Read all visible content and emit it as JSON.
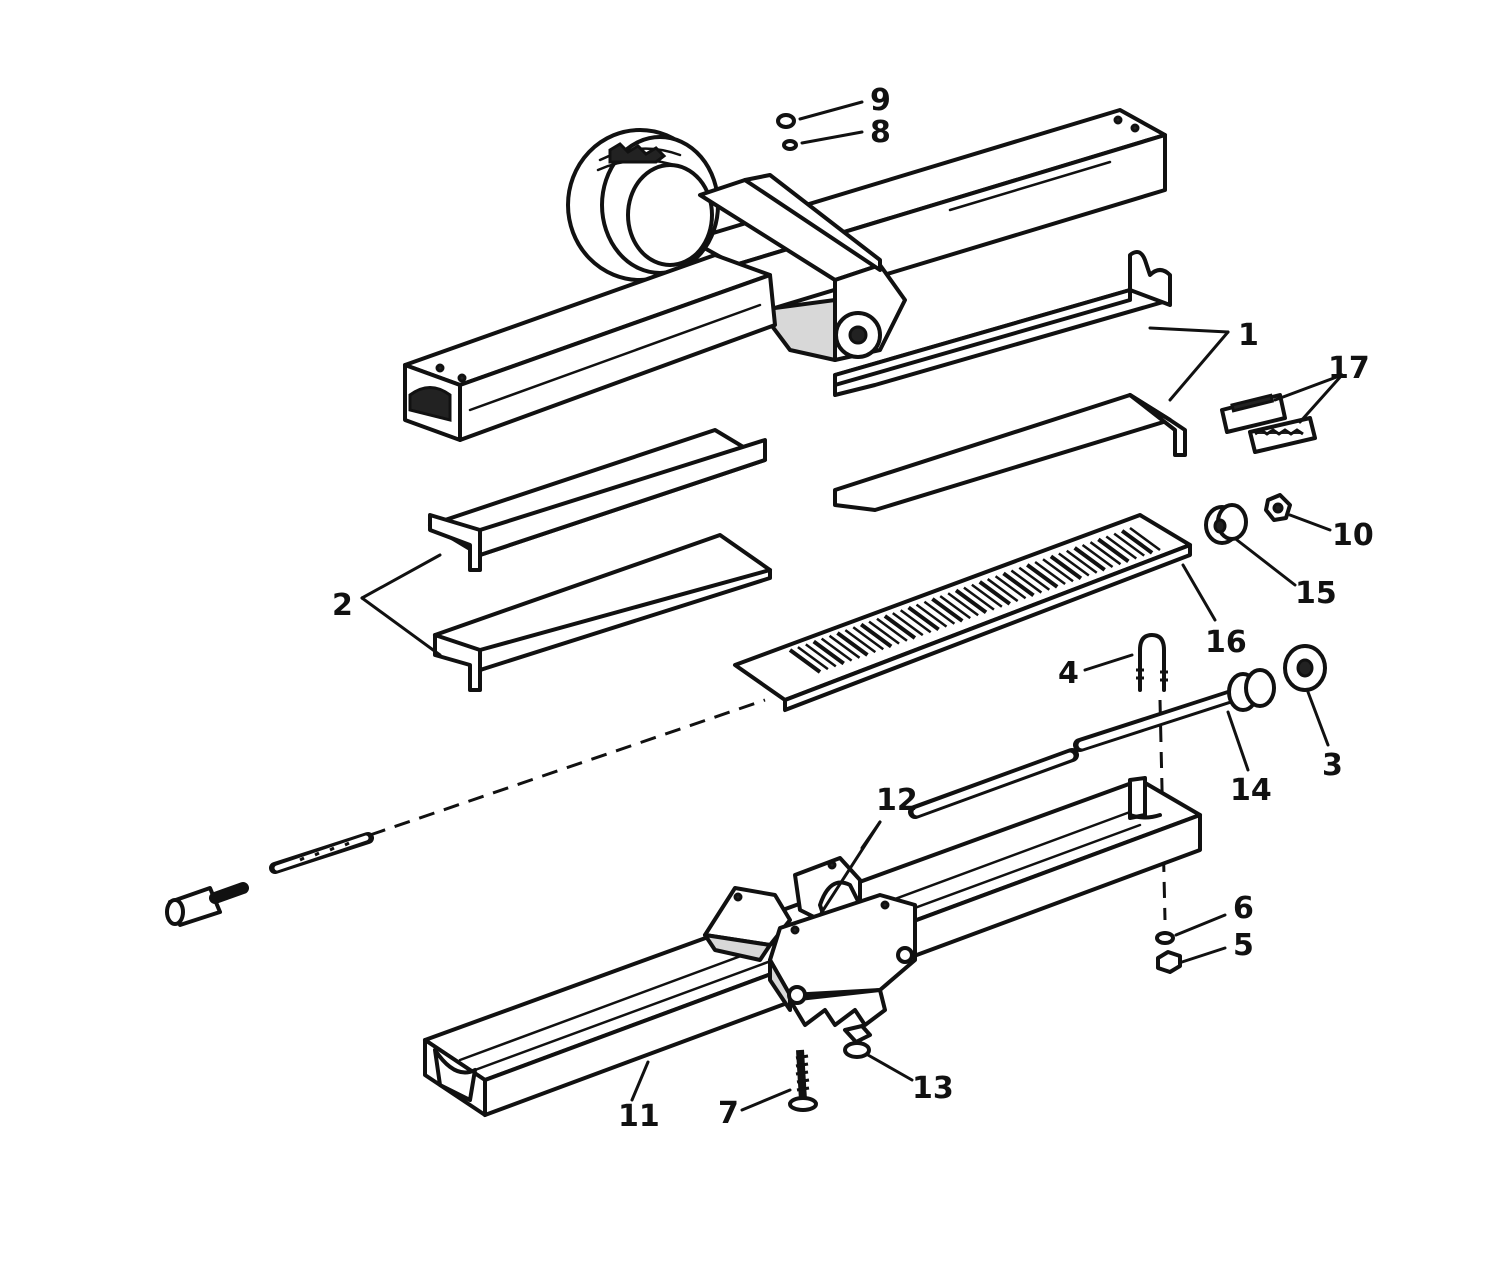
{
  "callouts": {
    "c1": "1",
    "c2": "2",
    "c3": "3",
    "c4": "4",
    "c5": "5",
    "c6": "6",
    "c7": "7",
    "c8": "8",
    "c9": "9",
    "c10": "10",
    "c11": "11",
    "c12": "12",
    "c13": "13",
    "c14": "14",
    "c15": "15",
    "c16": "16",
    "c17": "17"
  },
  "colors": {
    "ink": "#111111",
    "paper": "#ffffff",
    "shade": "#d8d8d8"
  }
}
